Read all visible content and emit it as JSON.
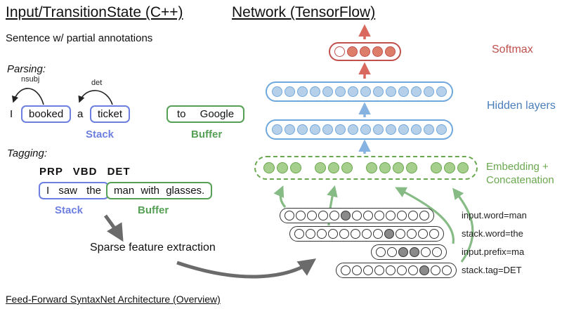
{
  "header": {
    "left_title": "Input/TransitionState (C++)",
    "right_title": "Network (TensorFlow)"
  },
  "left_panel": {
    "subtitle": "Sentence w/ partial annotations",
    "parsing": {
      "label": "Parsing:",
      "arc1": "nsubj",
      "arc2": "det",
      "word_i": "I",
      "word_booked": "booked",
      "word_a": "a",
      "word_ticket": "ticket",
      "buffer_words": "to Google",
      "stack_label": "Stack",
      "buffer_label": "Buffer"
    },
    "tagging": {
      "label": "Tagging:",
      "pos_tags": "PRP VBD DET",
      "stack_words": "I saw the",
      "buffer_words": "man with glasses.",
      "stack_label": "Stack",
      "buffer_label": "Buffer"
    },
    "sparse_label": "Sparse feature extraction"
  },
  "network": {
    "softmax_label": "Softmax",
    "hidden_label": "Hidden layers",
    "embedding_label_line1": "Embedding +",
    "embedding_label_line2": "Concatenation",
    "softmax": {
      "count": 5,
      "open": [
        0
      ]
    },
    "hidden_top": {
      "count": 14
    },
    "hidden_bottom": {
      "count": 14
    },
    "embedding_groups": [
      3,
      3,
      4,
      3
    ],
    "features": [
      {
        "count": 13,
        "gray": [
          5
        ],
        "label": "input.word=man"
      },
      {
        "count": 13,
        "gray": [
          8
        ],
        "label": "stack.word=the"
      },
      {
        "count": 6,
        "gray": [
          2,
          3
        ],
        "label": "input.prefix=ma"
      },
      {
        "count": 10,
        "gray": [
          7
        ],
        "label": "stack.tag=DET"
      }
    ]
  },
  "footer": "Feed-Forward SyntaxNet Architecture (Overview)",
  "colors": {
    "stack_blue": "#6d7fe0",
    "buffer_green": "#55a055",
    "hidden_blue": "#6fa8dc",
    "softmax_red": "#c0504d",
    "embed_green": "#6aa84f",
    "arrow_gray": "#6b6b6b"
  }
}
